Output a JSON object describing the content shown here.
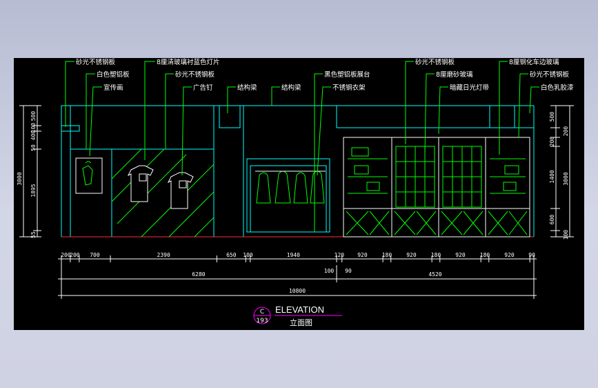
{
  "labels_top": [
    "砂光不锈钢板",
    "白色塑铝板",
    "宣传画",
    "8厘清玻璃衬蓝色灯片",
    "砂光不锈钢板",
    "广告钉",
    "结构梁",
    "结构梁",
    "黑色塑铝板展台",
    "不锈钢衣架",
    "砂光不锈钢板",
    "8厘磨砂玻璃",
    "暗藏日光灯带",
    "8厘钢化车边玻璃",
    "砂光不锈钢板",
    "白色乳胶漆"
  ],
  "dims_bottom_row1": [
    "200",
    "200",
    "700",
    "2390",
    "650",
    "100",
    "1940",
    "120",
    "920",
    "180",
    "920",
    "180",
    "920",
    "180",
    "920",
    "90"
  ],
  "dims_bottom_row2": [
    "100",
    "90"
  ],
  "dims_bottom_row3": [
    "6280",
    "4520"
  ],
  "dims_total": "10800",
  "dims_left_outer": [
    "3000"
  ],
  "dims_left_inner": [
    "500",
    "400",
    "100",
    "50",
    "1895",
    "55"
  ],
  "dims_right_outer": [
    "3000"
  ],
  "dims_right_inner": [
    "500",
    "200",
    "200",
    "1400",
    "600",
    "100"
  ],
  "title": {
    "section": "C",
    "sheet": "193",
    "name_en": "ELEVATION",
    "name_cn": "立面图"
  },
  "colors": {
    "background": "#000000",
    "leader": "#00ff00",
    "outline": "#00ffff",
    "floor": "#ff0000",
    "dimension": "#ffffff",
    "title_line": "#ff00ff"
  }
}
